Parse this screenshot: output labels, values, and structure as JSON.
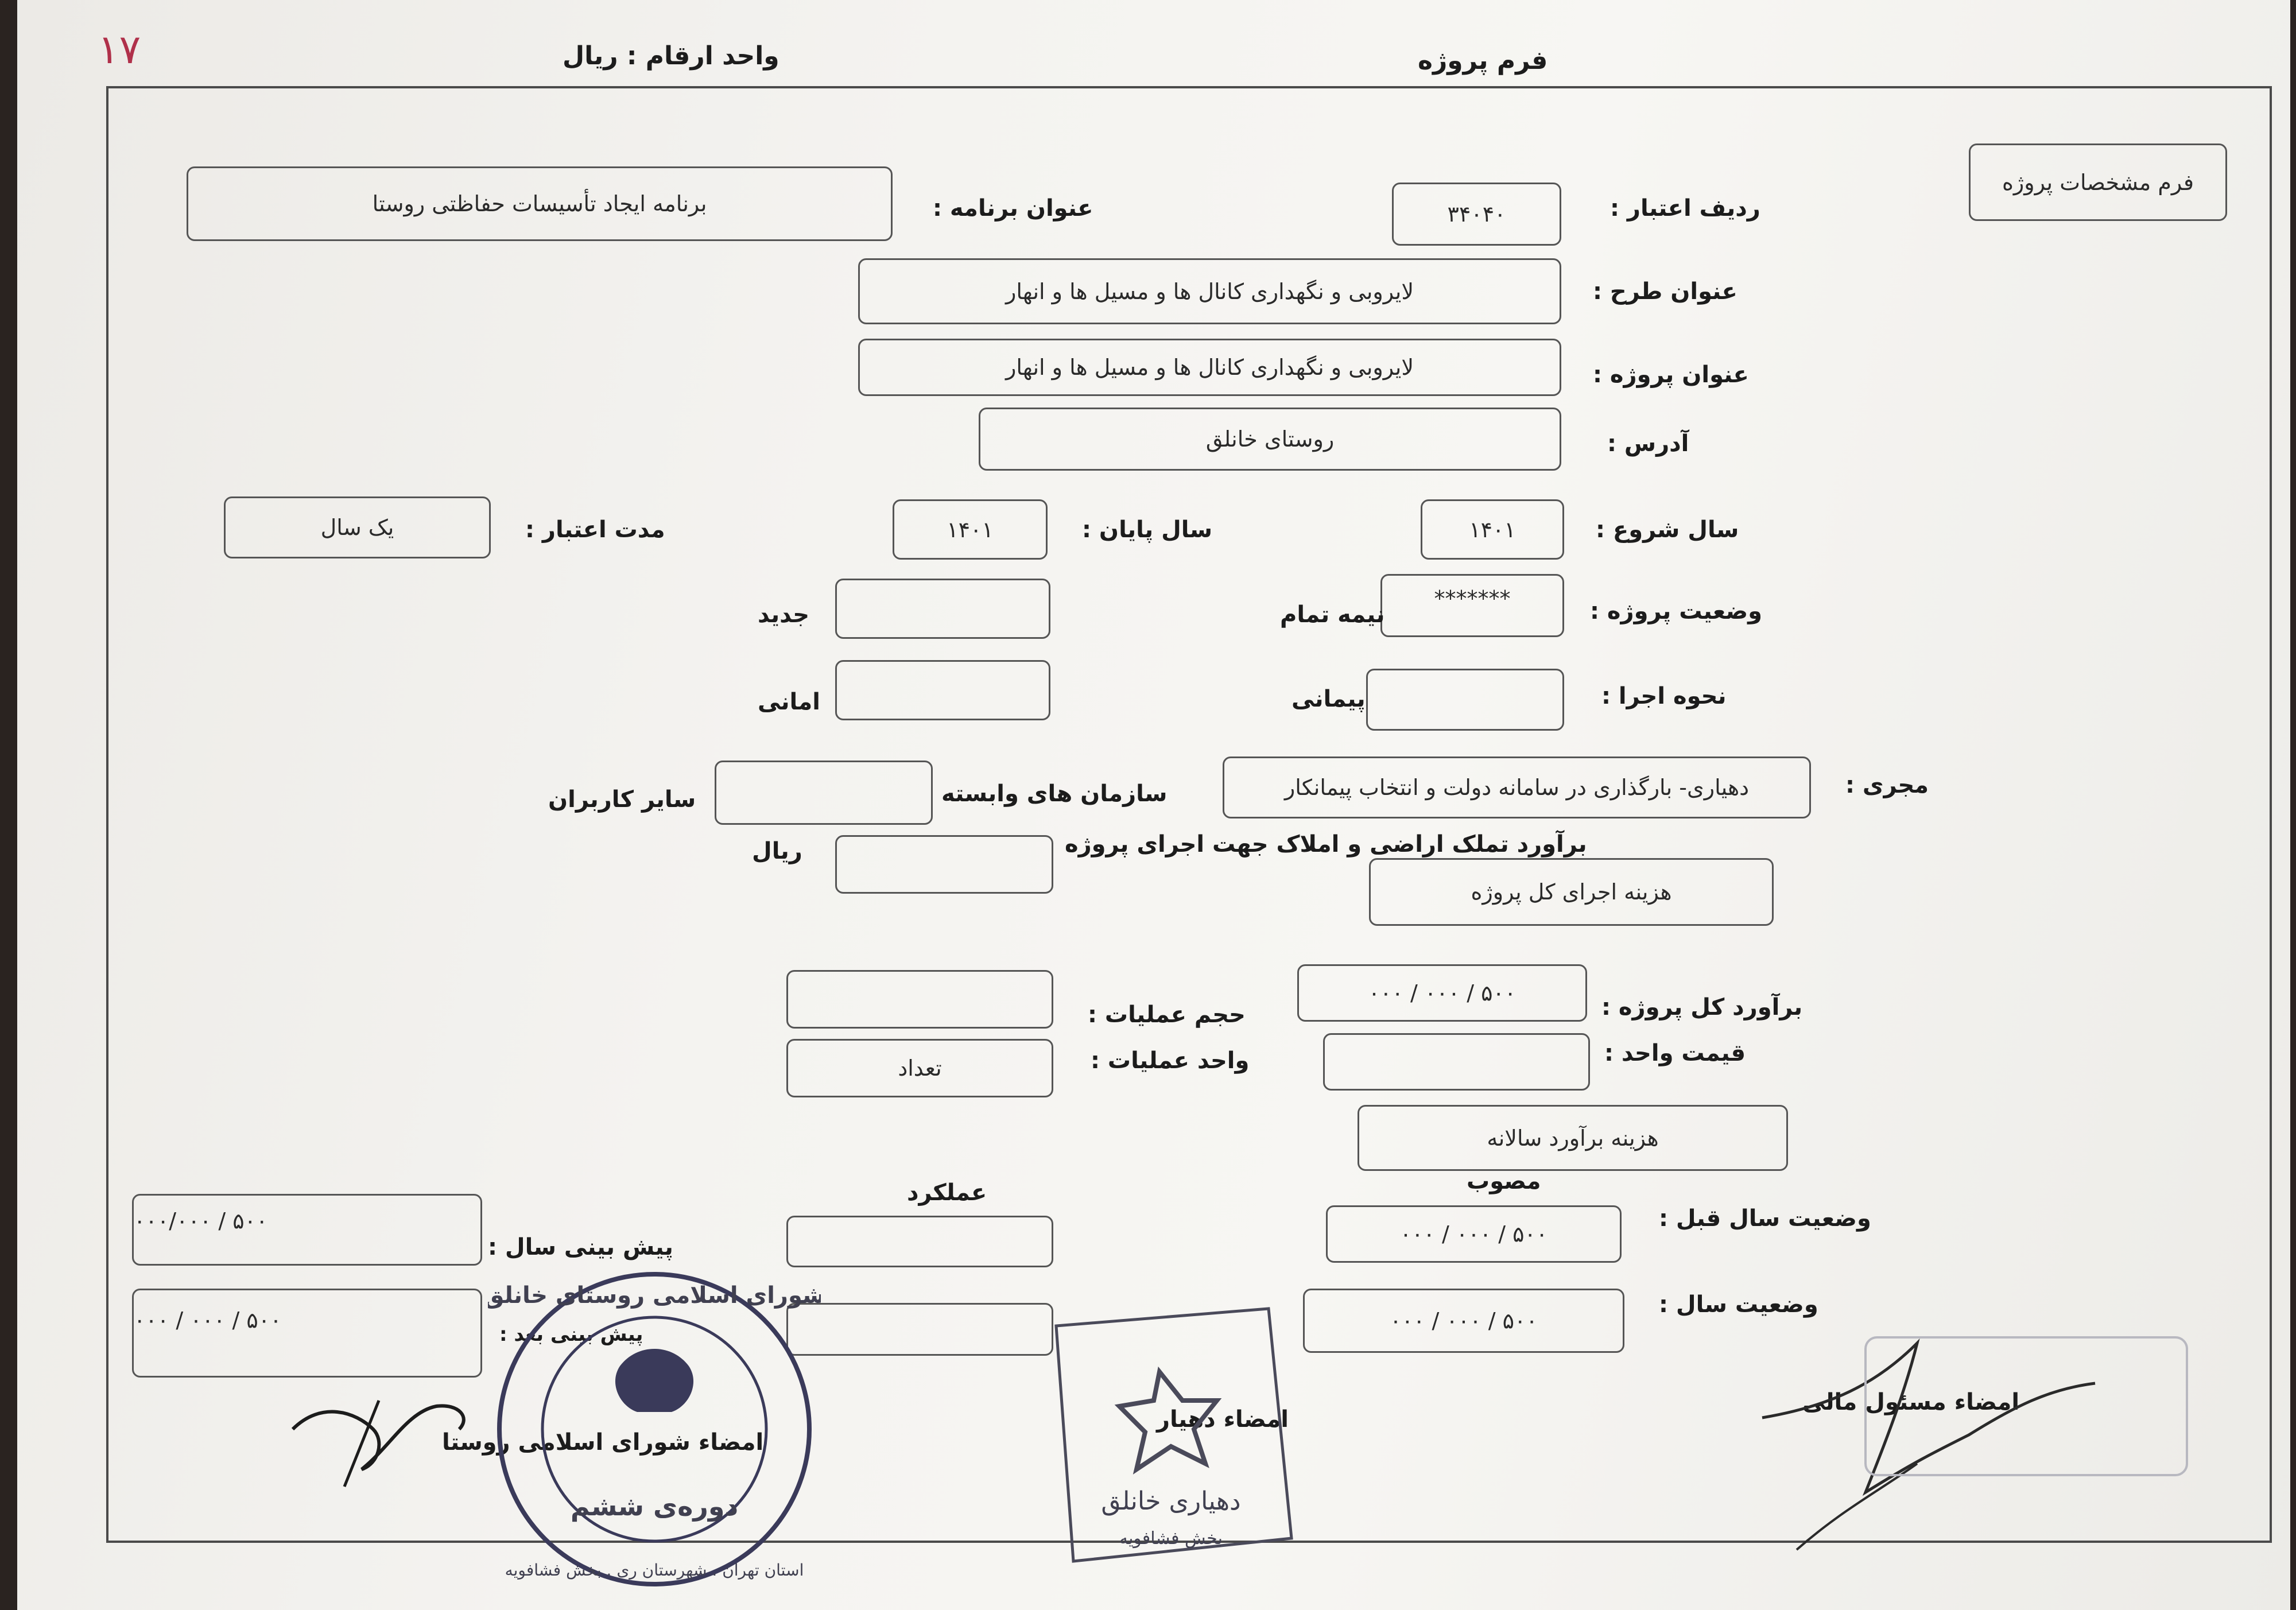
{
  "header": {
    "page_number": "۱۷",
    "form_title": "فرم پروژه",
    "currency_unit": "واحد ارقام : ریال"
  },
  "spec_box": "فرم مشخصات پروژه",
  "labels": {
    "credit_row": "ردیف اعتبار :",
    "program_title": "عنوان برنامه :",
    "plan_title": "عنوان طرح :",
    "project_title": "عنوان پروژه :",
    "address": "آدرس :",
    "start_year": "سال شروع :",
    "end_year": "سال پایان :",
    "credit_duration": "مدت اعتبار :",
    "project_status": "وضعیت پروژه :",
    "half_done": "نیمه تمام",
    "new": "جدید",
    "execution_method": "نحوه اجرا :",
    "contractual": "پیمانی",
    "trust": "امانی",
    "executor": "مجری :",
    "affiliated_orgs": "سازمان های وابسته",
    "other_users": "سایر کاربران",
    "land_acquisition": "برآورد تملک اراضی و املاک جهت اجرای پروژه",
    "rial": "ریال",
    "total_estimate": "برآورد کل پروژه :",
    "unit_price": "قیمت واحد :",
    "operation_volume": "حجم عملیات :",
    "operation_unit": "واحد عملیات :",
    "approved": "مصوب",
    "performance": "عملکرد",
    "prev_year_status": "وضعیت سال قبل :",
    "year_status": "وضعیت سال :",
    "forecast_year": "پیش بینی سال :",
    "forecast_next": "پیش بینی بعد :"
  },
  "values": {
    "credit_row": "۳۴۰۴۰",
    "program_title": "برنامه ایجاد تأسیسات حفاظتی روستا",
    "plan_title": "لایروبی و نگهداری کانال ها و مسیل ها و انهار",
    "project_title": "لایروبی و نگهداری کانال ها و مسیل ها و انهار",
    "address": "روستای خانلق",
    "start_year": "۱۴۰۱",
    "end_year": "۱۴۰۱",
    "credit_duration": "یک سال",
    "half_done": "*******",
    "new": "",
    "contractual": "",
    "trust": "",
    "executor": "دهیاری- بارگذاری در سامانه دولت و انتخاب پیمانکار",
    "affiliated_orgs": "",
    "land_acquisition": "",
    "total_cost_heading": "هزینه اجرای کل پروژه",
    "total_estimate": "۵۰۰ / ۰۰۰ / ۰۰۰",
    "unit_price": "",
    "operation_volume": "",
    "operation_unit": "تعداد",
    "annual_cost_heading": "هزینه برآورد سالانه",
    "prev_year_approved": "۵۰۰ / ۰۰۰ / ۰۰۰",
    "prev_year_performance": "",
    "year_approved": "۵۰۰ / ۰۰۰ / ۰۰۰",
    "year_performance": "",
    "forecast_year": "۵۰۰ / ۰۰۰/۰۰۰",
    "forecast_next": "۵۰۰ / ۰۰۰ / ۰۰۰"
  },
  "signatures": {
    "financial_officer": "امضاء مسئول مالی",
    "dehyar": "امضاء دهیار",
    "village_council": "امضاء شورای اسلامی روستا"
  },
  "stamps": {
    "council_outer": "شورای اسلامی روستای خانلق",
    "council_bottom": "استان تهران . شهرستان ری . بخش فشافویه",
    "council_term": "دوره‌ی ششم",
    "dehyari_name": "دهیاری خانلق",
    "dehyari_district": "بخش فشافویه"
  },
  "colors": {
    "ink": "#1c1c1c",
    "stamp_blue": "#3a3a5a",
    "page_number": "#b0304a"
  }
}
